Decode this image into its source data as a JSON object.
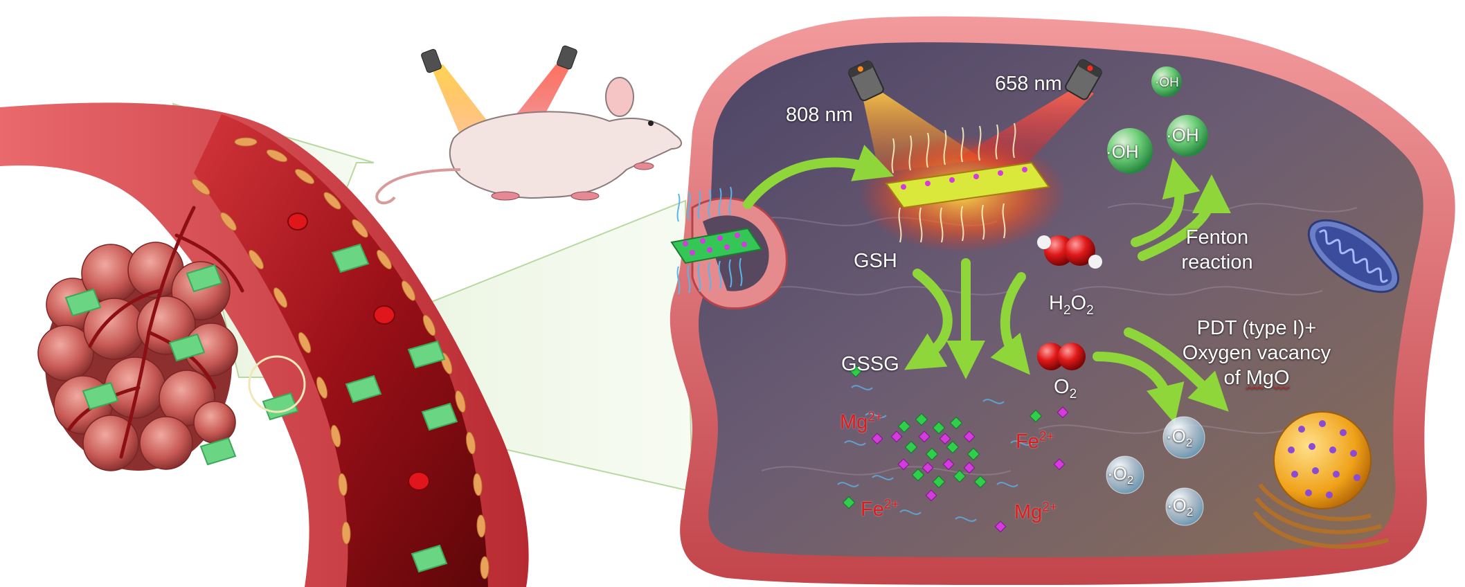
{
  "labels": {
    "nm808": "808 nm",
    "nm658": "658 nm",
    "gsh": "GSH",
    "gssg": "GSSG",
    "fenton_line1": "Fenton",
    "fenton_line2": "reaction",
    "h2o2_main": "H",
    "h2o2_sub1": "2",
    "h2o2_mid": "O",
    "h2o2_sub2": "2",
    "o2_main": "O",
    "o2_sub": "2",
    "pdt_line1": "PDT (type I)+",
    "pdt_line2": "Oxygen vacancy",
    "pdt_line3_prefix": "of ",
    "pdt_line3_word": "MgO"
  },
  "radicals": {
    "oh1": "·OH",
    "oh2": "·OH",
    "oh3": "·OH",
    "o2a_main": "·O",
    "o2a_sub": "2",
    "o2b_main": "·O",
    "o2b_sub": "2",
    "o2c_main": "·O",
    "o2c_sub": "2"
  },
  "ions": {
    "mg1_main": "Mg",
    "mg1_sup": "2+",
    "fe1_main": "Fe",
    "fe1_sup": "2+",
    "fe2_main": "Fe",
    "fe2_sup": "2+",
    "mg2_main": "Mg",
    "mg2_sup": "2+"
  },
  "colors": {
    "vessel": "#a8141b",
    "tumor": "#c95a55",
    "cell_rim": "#d96b6f",
    "cell_interior": "#5e4e6a",
    "arrow": "#8fd63a",
    "laser_808": "#ff8a1c",
    "laser_658": "#ff2a20",
    "ion_label": "#e31a1a",
    "magenta_node": "#d33bdc",
    "green_node": "#2fcf4b"
  }
}
